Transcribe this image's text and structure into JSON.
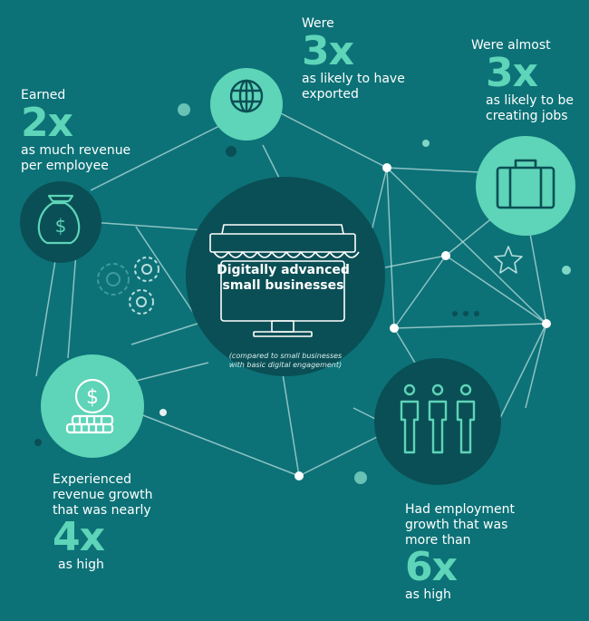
{
  "center": {
    "title_line1": "Digitally advanced",
    "title_line2": "small businesses",
    "note_line1": "(compared to small businesses",
    "note_line2": "with basic digital engagement)"
  },
  "stats": {
    "revenue_per_employee": {
      "pre": "Earned",
      "figure": "2x",
      "post_line1": "as much revenue",
      "post_line2": "per employee"
    },
    "exported": {
      "pre": "Were",
      "figure": "3x",
      "post_line1": "as likely to have",
      "post_line2": "exported"
    },
    "creating_jobs": {
      "pre": "Were almost",
      "figure": "3x",
      "post_line1": "as likely to be",
      "post_line2": "creating jobs"
    },
    "revenue_growth": {
      "pre_line1": "Experienced",
      "pre_line2": "revenue growth",
      "pre_line3": "that was nearly",
      "figure": "4x",
      "post": "as high"
    },
    "employment_growth": {
      "pre_line1": "Had employment",
      "pre_line2": "growth that was",
      "pre_line3": "more than",
      "figure": "6x",
      "post": "as high"
    }
  },
  "icons": [
    "storefront-icon",
    "globe-icon",
    "briefcase-icon",
    "money-bag-icon",
    "coins-icon",
    "people-icon",
    "gears-icon",
    "star-icon"
  ],
  "colors": {
    "background": "#0c7277",
    "accent": "#5ed4b8",
    "dark_circle": "#0a4f55",
    "line": "#b8dede"
  }
}
